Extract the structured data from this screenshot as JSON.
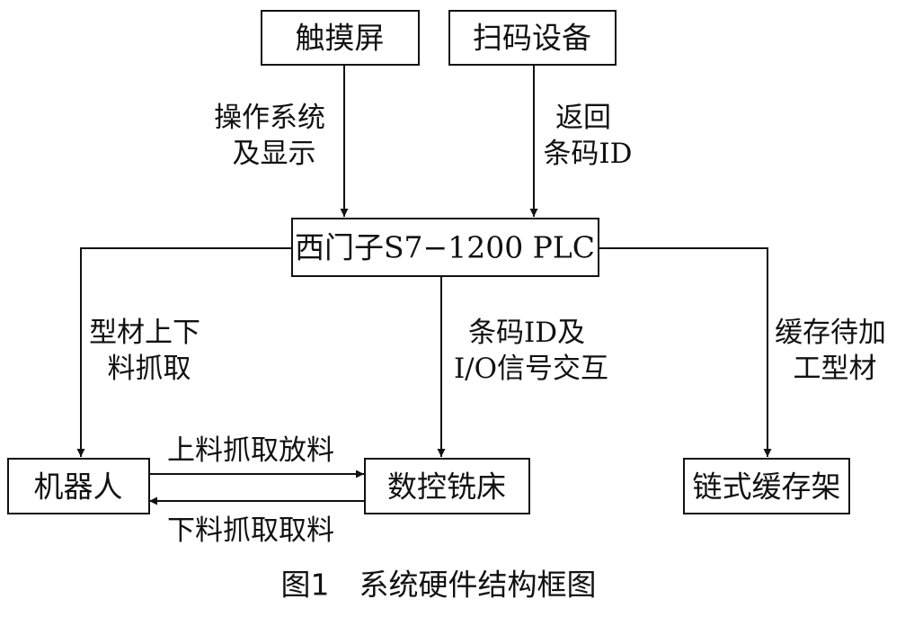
{
  "nodes": {
    "touchscreen": "触摸屏",
    "scanner": "扫码设备",
    "plc": "西门子S7−1200 PLC",
    "robot": "机器人",
    "cnc": "数控铣床",
    "buffer": "链式缓存架"
  },
  "edges": {
    "touch_to_plc": [
      "操作系统",
      "及显示"
    ],
    "scanner_to_plc": [
      "返回",
      "条码ID"
    ],
    "plc_to_robot": [
      "型材上下",
      "料抓取"
    ],
    "plc_to_cnc": [
      "条码ID及",
      "I/O信号交互"
    ],
    "plc_to_buffer": [
      "缓存待加",
      "工型材"
    ],
    "robot_to_cnc": "上料抓取放料",
    "cnc_to_robot": "下料抓取取料"
  },
  "caption": "图1　系统硬件结构框图"
}
